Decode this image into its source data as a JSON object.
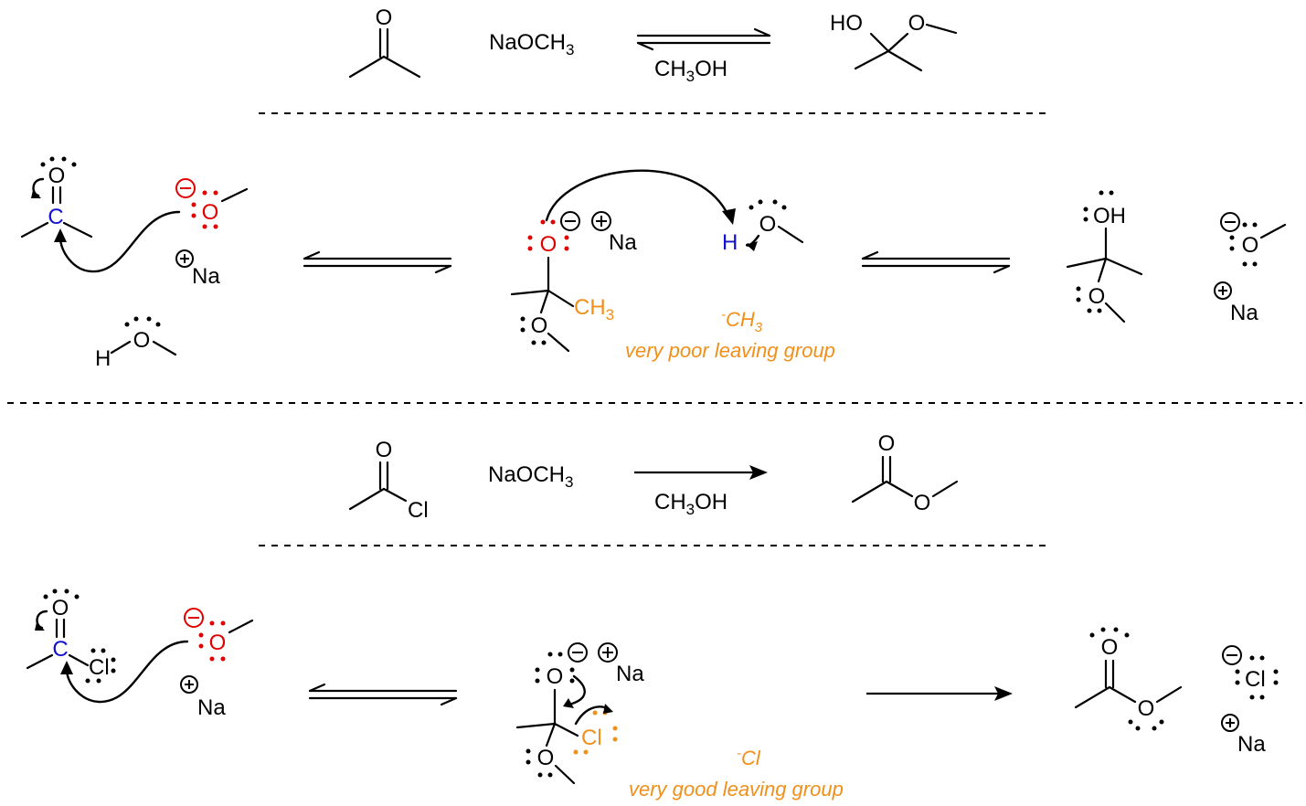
{
  "colors": {
    "black": "#000000",
    "blue": "#1010d0",
    "red": "#e00000",
    "orange": "#f0901a"
  },
  "atoms": {
    "O": "O",
    "C": "C",
    "H": "H",
    "Na": "Na",
    "Cl": "Cl",
    "CH": "CH",
    "sub3": "3",
    "OH": "OH",
    "HO": "HO",
    "plus": "+",
    "minus": "−"
  },
  "reaction1": {
    "reagent": "NaOCH",
    "reagent_sub": "3",
    "solvent": "CH",
    "solvent_sub": "3",
    "solvent_tail": "OH"
  },
  "reaction2": {
    "reagent": "NaOCH",
    "reagent_sub": "3",
    "solvent": "CH",
    "solvent_sub": "3",
    "solvent_tail": "OH"
  },
  "notes": {
    "ch3_anion": "CH",
    "ch3_sub": "3",
    "ch3_charge": "-",
    "poor": "very poor leaving group",
    "cl_anion": "Cl",
    "cl_charge": "-",
    "good": "very good leaving group"
  }
}
